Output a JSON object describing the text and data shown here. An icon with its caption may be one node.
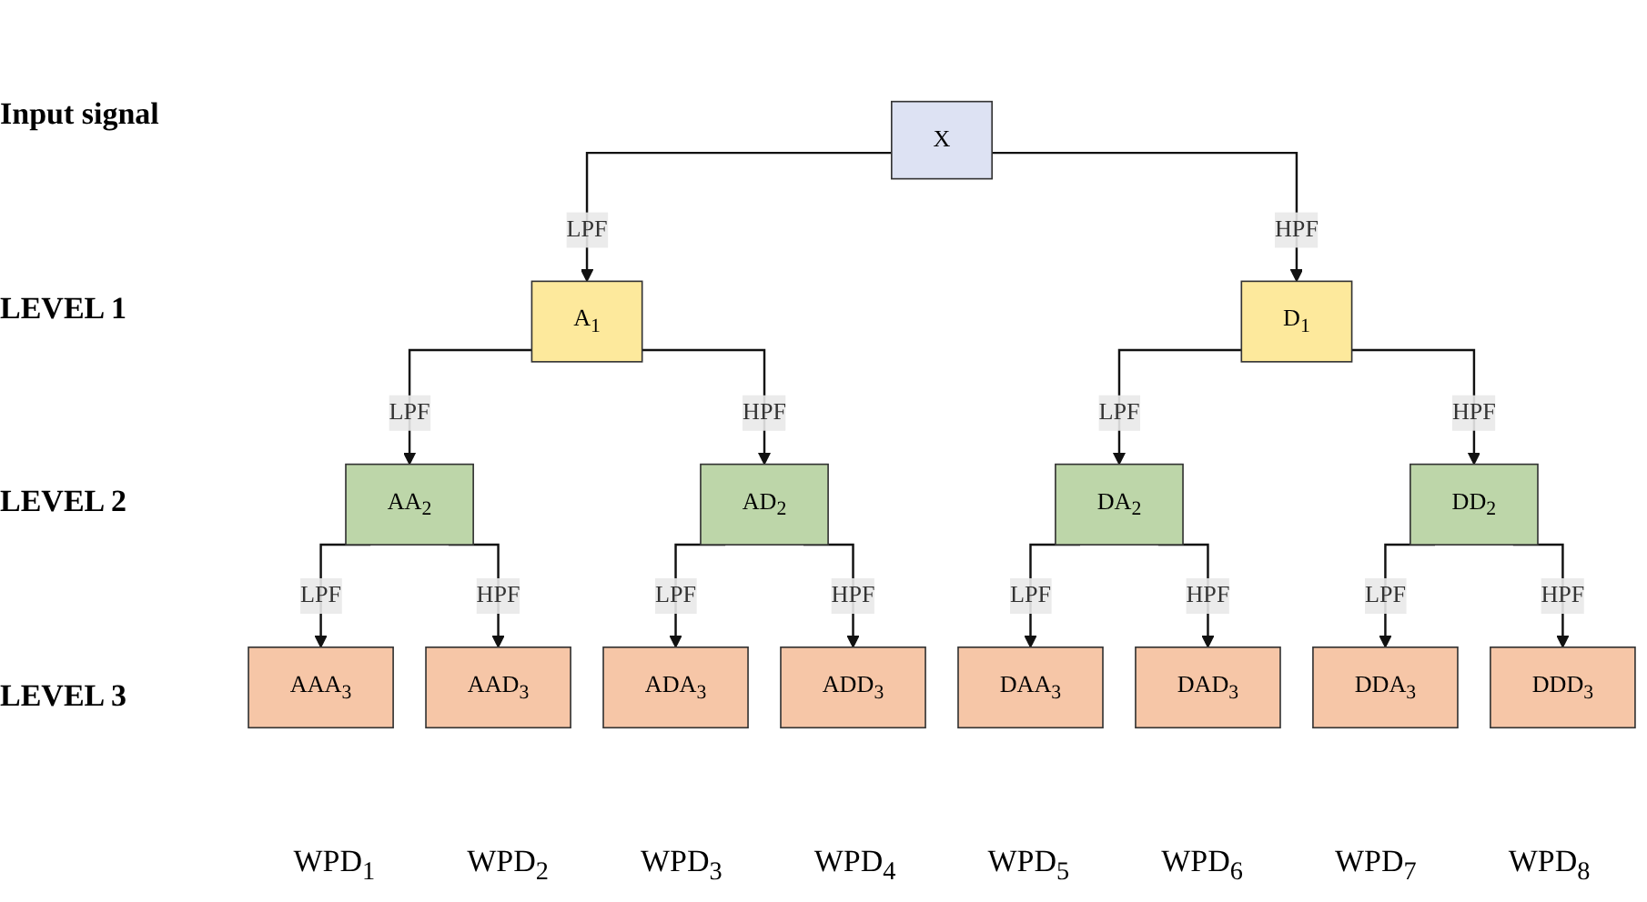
{
  "diagram": {
    "nodes": [
      {
        "text": [
          "X"
        ]
      },
      {
        "text": [
          "A$_{1}$"
        ]
      },
      {
        "text": [
          "D$_{1}$"
        ]
      },
      {
        "text": [
          "AA$_{2}$"
        ]
      },
      {
        "text": [
          "AD$_{2}$"
        ]
      },
      {
        "text": [
          "DA$_{2}$"
        ]
      },
      {
        "text": [
          "DD$_{2}$"
        ]
      },
      {
        "text": [
          "AAA$_{3}$"
        ],
        "beside": [
          "WPD$_{1}$"
        ]
      },
      {
        "text": [
          "AAD$_{3}$"
        ],
        "beside": [
          "WPD$_{2}$"
        ]
      },
      {
        "text": [
          "ADA$_{3}$"
        ],
        "beside": [
          "WPD$_{3}$"
        ]
      },
      {
        "text": [
          "ADD$_{3}$"
        ],
        "beside": [
          "WPD$_{4}$"
        ]
      },
      {
        "text": [
          "DAA$_{3}$"
        ],
        "beside": [
          "WPD$_{5}$"
        ]
      },
      {
        "text": [
          "DAD$_{3}$"
        ],
        "beside": [
          "WPD$_{6}$"
        ]
      },
      {
        "text": [
          "DDA$_{3}$"
        ],
        "beside": [
          "WPD$_{7}$"
        ]
      },
      {
        "text": [
          "DDD$_{3}$"
        ],
        "beside": [
          "WPD$_{8}$"
        ]
      }
    ],
    "edges": [
      {
        "from": 0,
        "to": 1,
        "arrow": "to",
        "label": "LPF"
      },
      {
        "from": 0,
        "to": 2,
        "arrow": "to",
        "label": "HPF"
      },
      {
        "from": 1,
        "to": 3,
        "arrow": "to",
        "label": "LPF"
      },
      {
        "from": 1,
        "to": 4,
        "arrow": "to",
        "label": "HPF"
      },
      {
        "from": 2,
        "to": 5,
        "arrow": "to",
        "label": "LPF"
      },
      {
        "from": 2,
        "to": 6,
        "arrow": "to",
        "label": "HPF"
      },
      {
        "from": 3,
        "to": 7,
        "arrow": "to",
        "label": "LPF"
      },
      {
        "from": 3,
        "to": 8,
        "arrow": "to",
        "label": "HPF"
      },
      {
        "from": 4,
        "to": 9,
        "arrow": "to",
        "label": "LPF"
      },
      {
        "from": 4,
        "to": 10,
        "arrow": "to",
        "label": "HPF"
      },
      {
        "from": 5,
        "to": 11,
        "arrow": "to",
        "label": "LPF"
      },
      {
        "from": 5,
        "to": 12,
        "arrow": "to",
        "label": "HPF"
      },
      {
        "from": 6,
        "to": 13,
        "arrow": "to",
        "label": "LPF"
      },
      {
        "from": 6,
        "to": 14,
        "arrow": "to",
        "label": "HPF"
      }
    ],
    "labels": [
      "Input signal",
      "LEVEL 1",
      "LEVEL 2",
      "LEVEL 3"
    ]
  }
}
